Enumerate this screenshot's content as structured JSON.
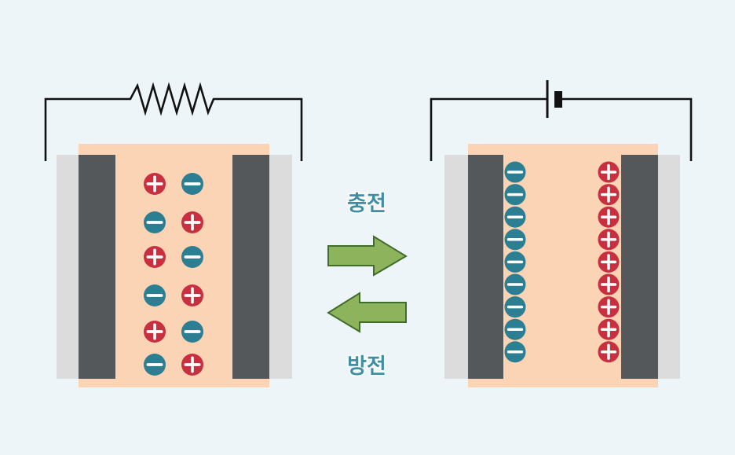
{
  "colors": {
    "background": "#eef5f8",
    "electrolyte": "#fbd3b5",
    "electrode": "#55585a",
    "collector": "#dcdcdc",
    "wire": "#111111",
    "positive_ion": "#c8303f",
    "negative_ion": "#2c7e93",
    "arrow_fill": "#8db35c",
    "arrow_stroke": "#3f6e2a",
    "label": "#3f8ea3"
  },
  "labels": {
    "charge": "충전",
    "discharge": "방전"
  },
  "left_cell": {
    "circuit_element": "resistor",
    "state": "discharged",
    "ion_pairs": [
      [
        "positive",
        "negative"
      ],
      [
        "negative",
        "positive"
      ],
      [
        "positive",
        "negative"
      ],
      [
        "negative",
        "positive"
      ],
      [
        "positive",
        "negative"
      ],
      [
        "negative",
        "positive"
      ]
    ]
  },
  "right_cell": {
    "circuit_element": "battery",
    "state": "charged",
    "left_layer": {
      "sign": "negative",
      "count": 9
    },
    "right_layer": {
      "sign": "positive",
      "count": 9
    }
  },
  "icons": {
    "positive_ion": "plus-circle-icon",
    "negative_ion": "minus-circle-icon",
    "charge_arrow": "arrow-right-icon",
    "discharge_arrow": "arrow-left-icon",
    "resistor": "resistor-icon",
    "battery": "battery-icon"
  }
}
